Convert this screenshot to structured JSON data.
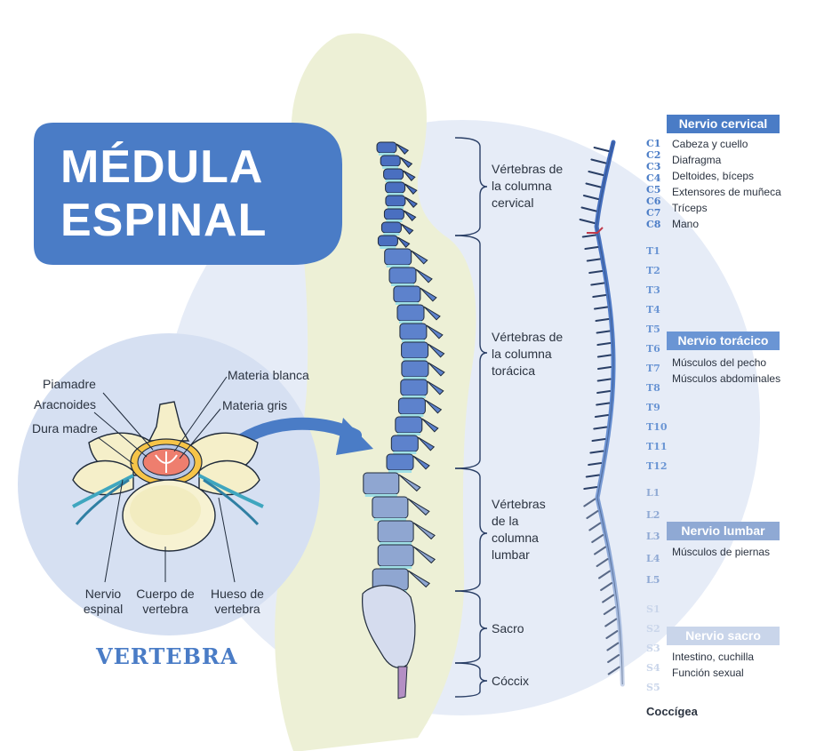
{
  "title": {
    "line1": "MÉDULA",
    "line2": "ESPINAL"
  },
  "vertebra_section": {
    "title": "VERTEBRA",
    "labels": {
      "piamadre": "Piamadre",
      "aracnoides": "Aracnoides",
      "dura_madre": "Dura madre",
      "materia_blanca": "Materia blanca",
      "materia_gris": "Materia gris",
      "nervio_espinal": [
        "Nervio",
        "espinal"
      ],
      "cuerpo_vertebra": [
        "Cuerpo de",
        "vertebra"
      ],
      "hueso_vertebra": [
        "Hueso de",
        "vertebra"
      ]
    }
  },
  "spine_categories": [
    {
      "lines": [
        "Vértebras de",
        "la columna",
        "cervical"
      ]
    },
    {
      "lines": [
        "Vértebras de",
        "la columna",
        "torácica"
      ]
    },
    {
      "lines": [
        "Vértebras",
        "de la",
        "columna",
        "lumbar"
      ]
    },
    {
      "lines": [
        "Sacro"
      ]
    },
    {
      "lines": [
        "Cóccix"
      ]
    }
  ],
  "nerve_groups": [
    {
      "header": "Nervio cervical",
      "color": "#4a7cc6",
      "segments": [
        "C1",
        "C2",
        "C3",
        "C4",
        "C5",
        "C6",
        "C7",
        "C8"
      ],
      "functions": [
        "Cabeza y cuello",
        "Diafragma",
        "Deltoides, bíceps",
        "Extensores de muñeca",
        "Tríceps",
        "Mano"
      ]
    },
    {
      "header": "Nervio torácico",
      "color": "#6a95d4",
      "segments": [
        "T1",
        "T2",
        "T3",
        "T4",
        "T5",
        "T6",
        "T7",
        "T8",
        "T9",
        "T10",
        "T11",
        "T12"
      ],
      "functions": [
        "Músculos del pecho",
        "Músculos abdominales"
      ]
    },
    {
      "header": "Nervio lumbar",
      "color": "#8fa9d4",
      "segments": [
        "L1",
        "L2",
        "L3",
        "L4",
        "L5"
      ],
      "functions": [
        "Músculos de piernas"
      ]
    },
    {
      "header": "Nervio sacro",
      "color": "#c9d5ea",
      "segments": [
        "S1",
        "S2",
        "S3",
        "S4",
        "S5"
      ],
      "functions": [
        "Intestino, cuchilla",
        "Función sexual"
      ]
    }
  ],
  "coccygeal_label": "Coccígea",
  "colors": {
    "brand_blue": "#4a7cc6",
    "silhouette": "#edf0d6",
    "circle_bg": "#e6ecf7",
    "vertebra_circle": "#d6e0f2"
  }
}
